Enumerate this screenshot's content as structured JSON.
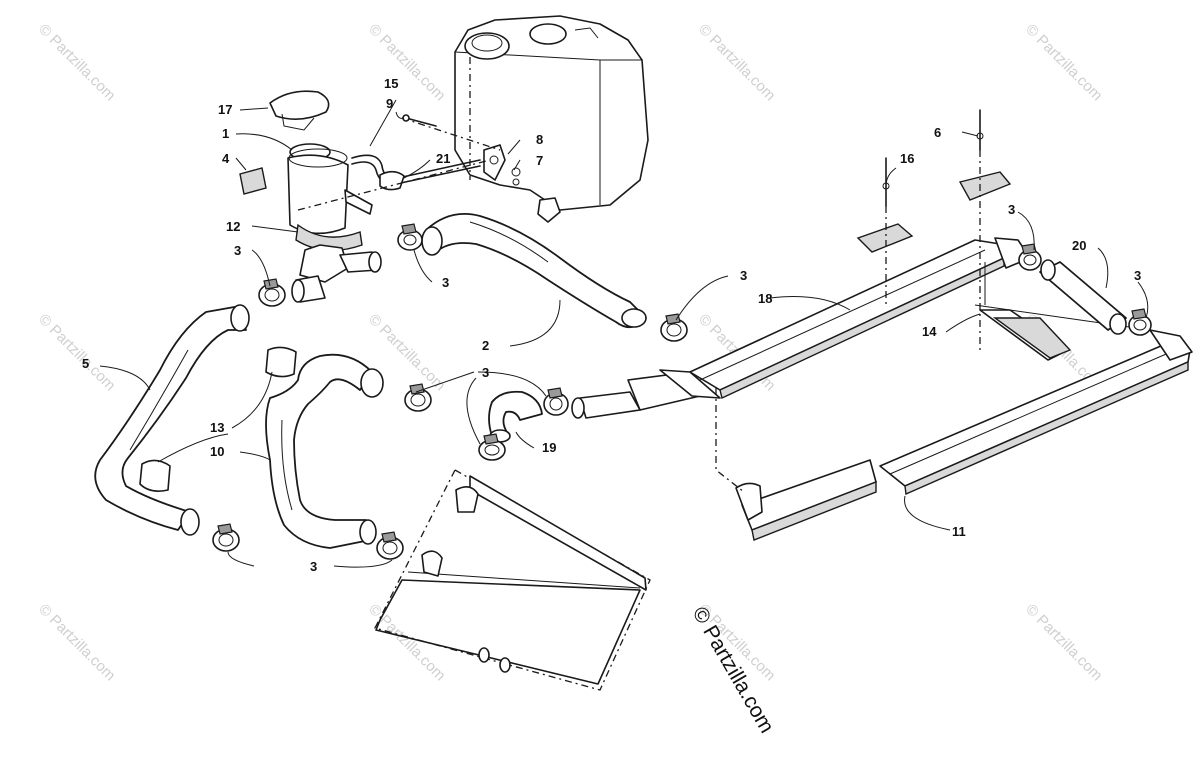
{
  "watermark": {
    "text": "© Partzilla.com",
    "color": "#cfcfcf"
  },
  "copyright": "© Partzilla.com",
  "callouts": {
    "c1": "1",
    "c2": "2",
    "c3a": "3",
    "c3b": "3",
    "c3c": "3",
    "c3d": "3",
    "c3e": "3",
    "c3f": "3",
    "c3g": "3",
    "c4": "4",
    "c5": "5",
    "c6": "6",
    "c7": "7",
    "c8": "8",
    "c9": "9",
    "c10": "10",
    "c11": "11",
    "c12": "12",
    "c13": "13",
    "c14": "14",
    "c15": "15",
    "c16": "16",
    "c17": "17",
    "c18": "18",
    "c19": "19",
    "c20": "20",
    "c21": "21"
  },
  "parts": [
    "radiator-cap",
    "expansion-tank",
    "decal",
    "expansion-tank-bracket",
    "coolant-hose-front",
    "coolant-hose-lower",
    "coolant-hose-engine",
    "hose-elbow",
    "heat-exchanger-left",
    "heat-exchanger-right",
    "front-heat-exchanger",
    "hose-clamp",
    "bolt",
    "well-nut",
    "oil-tank",
    "radiator-shroud"
  ]
}
